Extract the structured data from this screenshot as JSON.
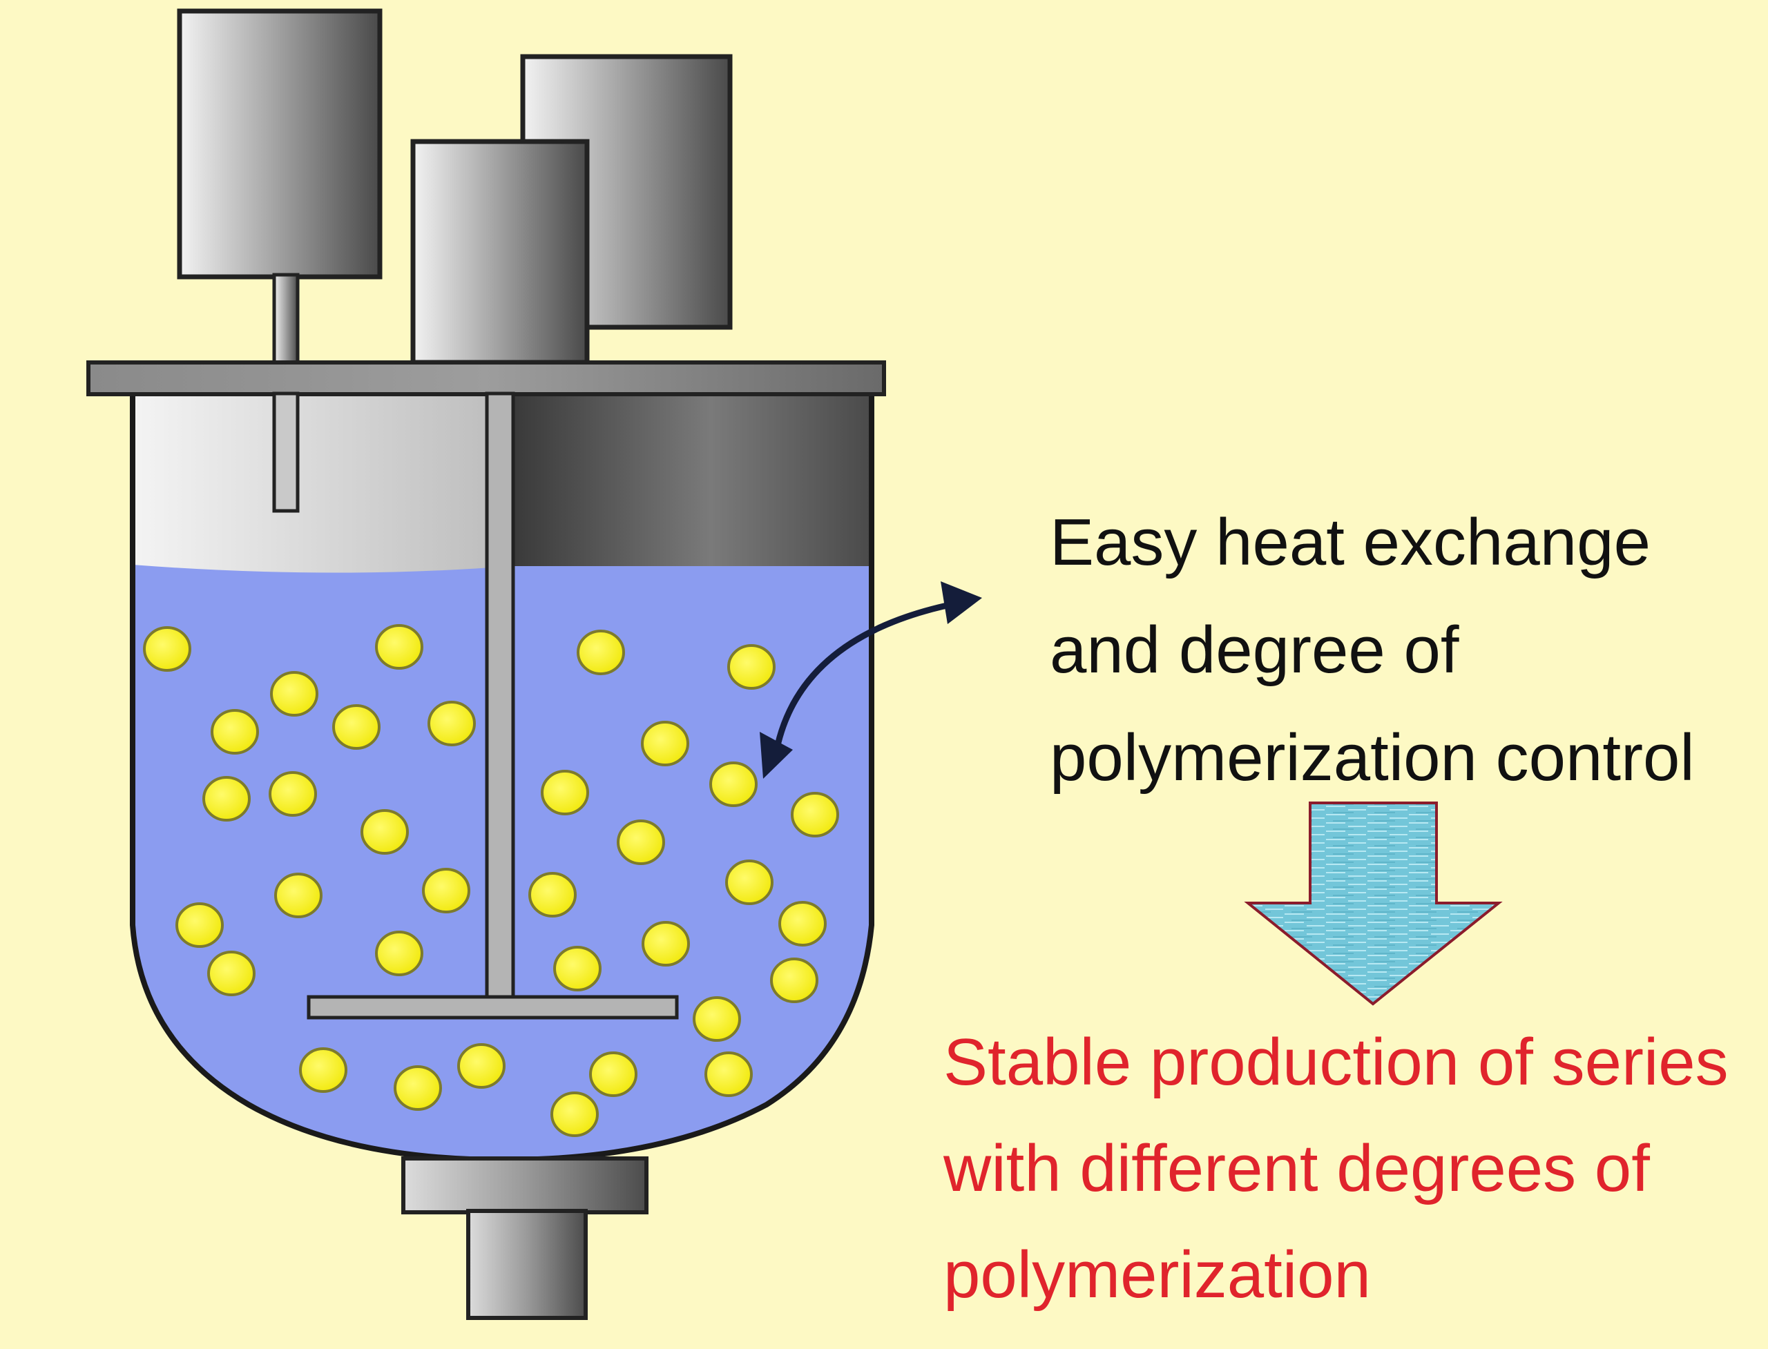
{
  "annotation_top": {
    "lines": [
      "Easy heat exchange",
      "and degree of",
      "polymerization control"
    ]
  },
  "annotation_bottom": {
    "lines": [
      "Stable production of series",
      "with different degrees of",
      "polymerization"
    ]
  },
  "colors": {
    "background": "#fdf9c4",
    "liquid": "#8b9cf0",
    "particle": "#f5ef1f",
    "particle_outline": "#8a8a2a",
    "metal_light": "#d8d8d8",
    "metal_dark": "#5a5a5a",
    "down_arrow_fill": "#6fc3d6",
    "down_arrow_stroke": "#8b1c2c",
    "highlight_text": "#e0242c",
    "body_text": "#111111"
  },
  "icons": {
    "reactor": "stirred-tank-reactor-icon",
    "curved_arrow": "double-headed-curved-arrow-icon",
    "down_arrow": "down-arrow-icon"
  }
}
